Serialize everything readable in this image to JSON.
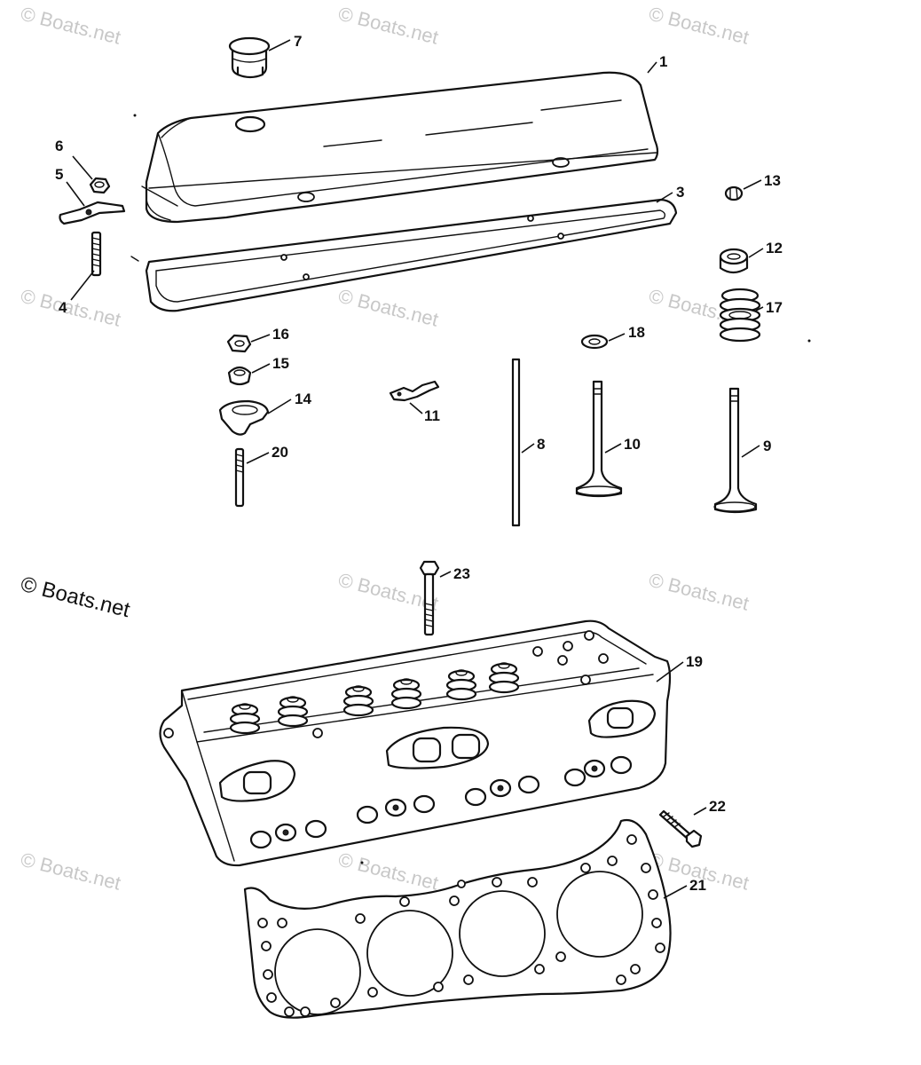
{
  "watermark": {
    "text": "© Boats.net",
    "main_text": "© Boats.net"
  },
  "callouts": {
    "c1": "1",
    "c3": "3",
    "c4": "4",
    "c5": "5",
    "c6": "6",
    "c7": "7",
    "c8": "8",
    "c9": "9",
    "c10": "10",
    "c11": "11",
    "c12": "12",
    "c13": "13",
    "c14": "14",
    "c15": "15",
    "c16": "16",
    "c17": "17",
    "c18": "18",
    "c19": "19",
    "c20": "20",
    "c21": "21",
    "c22": "22",
    "c23": "23"
  },
  "colors": {
    "line": "#111111",
    "watermark": "#c8c8c8",
    "background": "#ffffff"
  }
}
